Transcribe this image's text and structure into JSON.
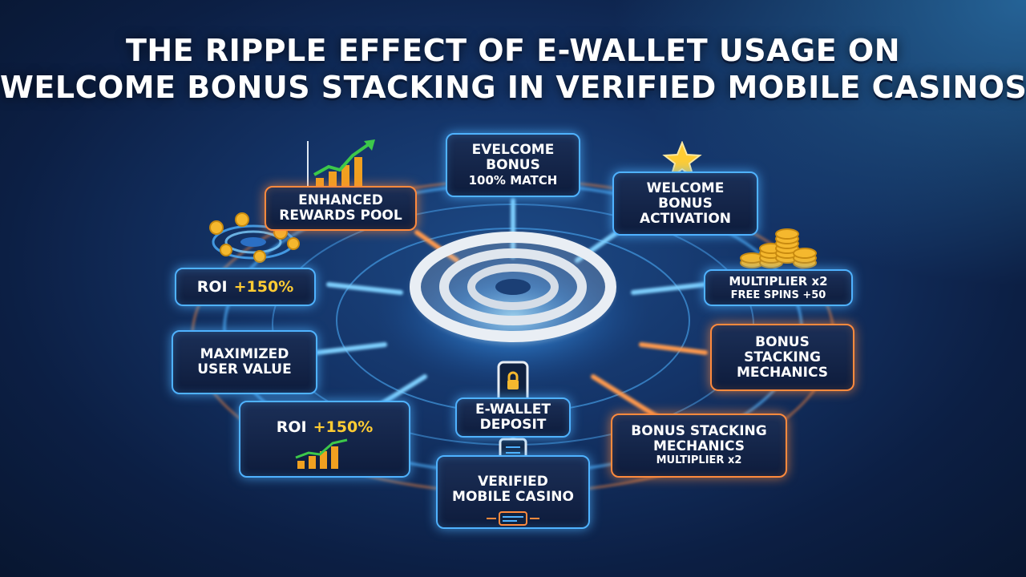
{
  "title": {
    "line1": "THE RIPPLE EFFECT OF E-WALLET USAGE ON",
    "line2": "WELCOME BONUS STACKING IN VERIFIED MOBILE CASINOS"
  },
  "nodes": {
    "evelcome": {
      "line1": "EVELCOME",
      "line2": "BONUS",
      "line3": "100% MATCH"
    },
    "enhanced": {
      "line1": "ENHANCED",
      "line2": "REWARDS POOL"
    },
    "activation": {
      "line1": "WELCOME",
      "line2": "BONUS",
      "line3": "ACTIVATION"
    },
    "roi_left": {
      "prefix": "ROI",
      "value": "+150%"
    },
    "multiplier": {
      "line1": "MULTIPLIER x2",
      "line2": "FREE SPINS +50"
    },
    "maximized": {
      "line1": "MAXIMIZED",
      "line2": "USER VALUE"
    },
    "stacking": {
      "line1": "BONUS",
      "line2": "STACKING",
      "line3": "MECHANICS"
    },
    "deposit": {
      "line1": "E-WALLET",
      "line2": "DEPOSIT"
    },
    "roi_bottom": {
      "prefix": "ROI",
      "value": "+150%"
    },
    "stacking_mult": {
      "line1": "BONUS STACKING",
      "line2": "MECHANICS",
      "line3": "MULTIPLIER x2"
    },
    "casino": {
      "line1": "VERIFIED",
      "line2": "MOBILE CASINO"
    }
  },
  "colors": {
    "accent_blue": "#4fb2ff",
    "accent_orange": "#ff8a3d",
    "gold": "#ffcc33",
    "growth_green": "#3cc84a"
  },
  "icons": [
    "growth-chart-icon",
    "star-icon",
    "coin-swirl-icon",
    "coin-stack-icon",
    "smartphone-lock-icon",
    "tablet-icon",
    "card-reader-icon",
    "target-rings-icon"
  ]
}
